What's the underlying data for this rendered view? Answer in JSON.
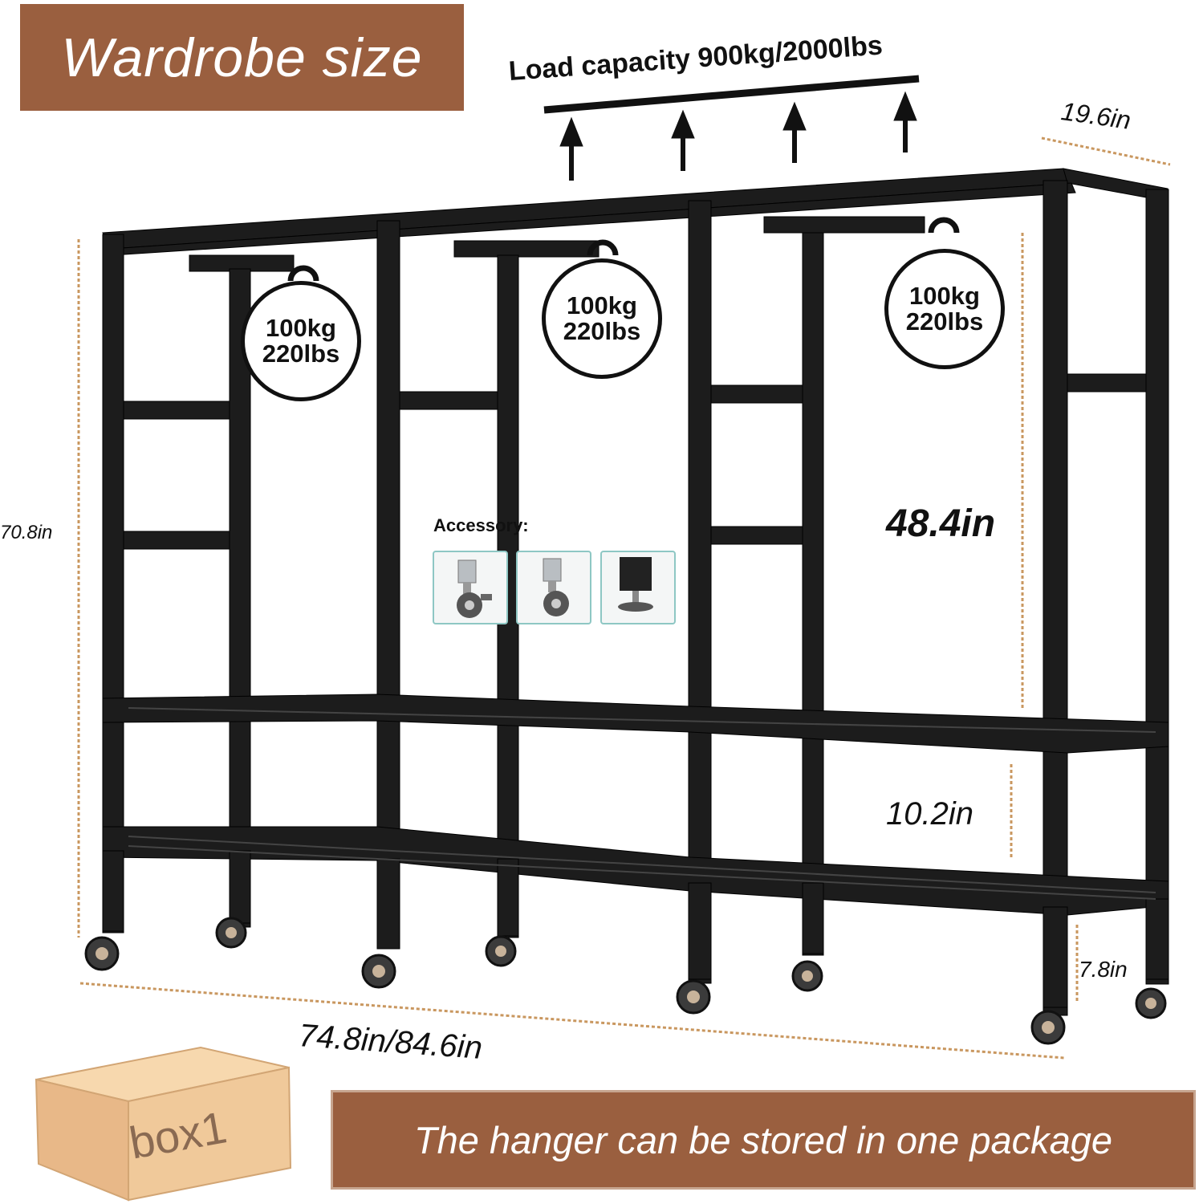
{
  "title": "Wardrobe size",
  "load_capacity": "Load capacity 900kg/2000lbs",
  "badges": [
    {
      "kg": "100kg",
      "lbs": "220lbs"
    },
    {
      "kg": "100kg",
      "lbs": "220lbs"
    },
    {
      "kg": "100kg",
      "lbs": "220lbs"
    }
  ],
  "dimensions": {
    "depth": "19.6in",
    "height": "70.8in",
    "hanging_height": "48.4in",
    "shelf_gap": "10.2in",
    "clearance": "7.8in",
    "width": "74.8in/84.6in"
  },
  "accessory": {
    "label": "Accessory:",
    "items": [
      "caster-wheel-with-brake",
      "caster-wheel",
      "leveling-foot"
    ]
  },
  "box_label": "box1",
  "banner_text": "The hanger can be stored in one package",
  "colors": {
    "banner": "#9a5f3f",
    "frame": "#1c1c1c",
    "dimension_line": "#c9975f",
    "accessory_border": "#8ec7c4",
    "box": "#f0c99a"
  }
}
